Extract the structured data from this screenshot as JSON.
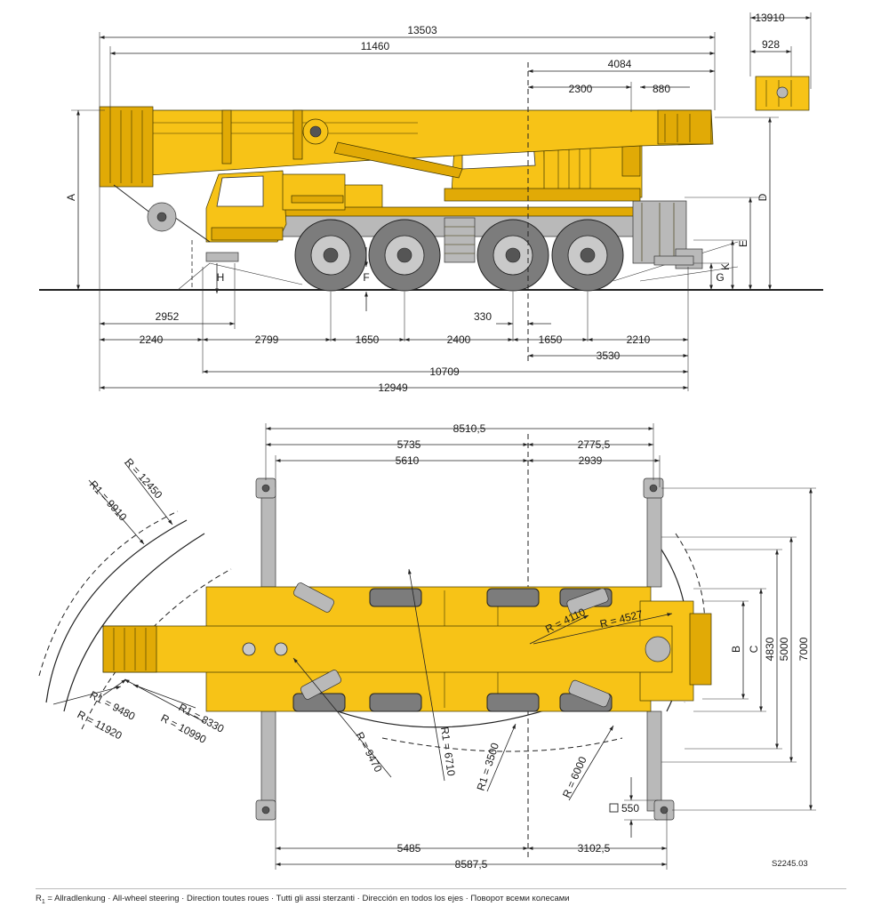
{
  "colors": {
    "crane_yellow": "#f7c317",
    "crane_dark_yellow": "#e1aa06",
    "tire_grey": "#7c7c7c",
    "line": "#222222"
  },
  "side_view": {
    "top_dims": [
      "13503",
      "11460",
      "4084",
      "2300",
      "880"
    ],
    "head_dims": [
      "13910",
      "928"
    ],
    "bottom_dims": [
      "2952",
      "330",
      "2240",
      "2799",
      "1650",
      "2400",
      "1650",
      "2210",
      "3530",
      "10709",
      "12949"
    ],
    "letters": {
      "A": "A",
      "D": "D",
      "E": "E",
      "K": "K",
      "G": "G",
      "H": "H",
      "F": "F"
    }
  },
  "top_view": {
    "top_dims": [
      "8510,5",
      "5735",
      "2775,5",
      "5610",
      "2939"
    ],
    "right_dims": [
      "7000",
      "5000",
      "4830",
      "C",
      "B"
    ],
    "bottom_dims": [
      "5485",
      "3102,5",
      "8587,5"
    ],
    "outrigger_pad": "550",
    "radii": {
      "r_12450": "R = 12450",
      "r1_9910": "R1 = 9910",
      "r1_9480": "R1 = 9480",
      "r_11920": "R = 11920",
      "r1_8330": "R1 = 8330",
      "r_10990": "R = 10990",
      "r_9470": "R = 9470",
      "r1_6710": "R1 = 6710",
      "r1_3500": "R1 = 3500",
      "r_6000": "R = 6000",
      "r_4110": "R = 4110",
      "r_4527": "R = 4527"
    }
  },
  "figure_code": "S2245.03",
  "footer": {
    "symbol": "R",
    "subscript": "1",
    "text": " =  Allradlenkung · All-wheel steering · Direction toutes roues · Tutti gli assi sterzanti · Dirección en todos los ejes · Поворот всеми колесами"
  }
}
